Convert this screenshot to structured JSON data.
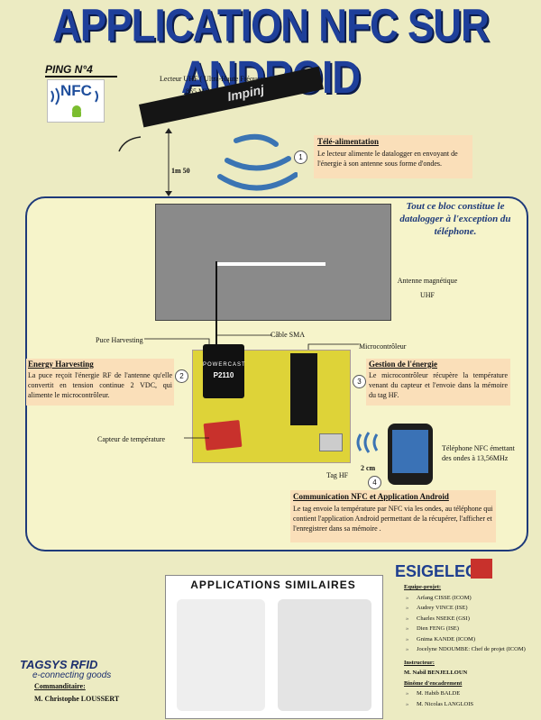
{
  "poster": {
    "title": "APPLICATION NFC SUR ANDROID",
    "ping": "PING N°4",
    "nfc_logo_text": "NFC",
    "reader": {
      "label": "Lecteur  UHF ( Ultra-Haute Fréquence)",
      "freq": "865 MHz  - 868 MHz",
      "brand": "Impinj",
      "distance": "1m 50"
    },
    "power": {
      "num": "1",
      "title": "Télé-alimentation",
      "text": "Le lecteur alimente le datalogger en envoyant de l'énergie à son antenne sous forme d'ondes."
    },
    "block_note": "Tout ce bloc constitue le datalogger à l'exception du téléphone.",
    "antenna": "Antenne magnétique UHF",
    "cable": "Câble SMA",
    "puce": "Puce  Harvesting",
    "micro": "Microcontrôleur",
    "chip_brand": "POWERCAST",
    "chip_model": "P2110",
    "energy": {
      "num": "2",
      "title": "Energy Harvesting",
      "text": "La  puce reçoit  l'énergie RF de l'antenne qu'elle convertit en tension continue 2 VDC, qui alimente le microcontrôleur."
    },
    "energy_mgmt": {
      "num": "3",
      "title": "Gestion de l'énergie",
      "text": "Le microcontrôleur récupère la température venant du capteur et l'envoie dans la mémoire du tag HF."
    },
    "sensor": "Capteur de température",
    "tag": "Tag HF",
    "cm": "2 cm",
    "phone": "Téléphone NFC émettant des ondes à 13,56MHz",
    "comm": {
      "num": "4",
      "title": "Communication NFC et Application Android",
      "text": "Le tag envoie la température par  NFC via les ondes, au téléphone qui contient l'application Android permettant de la récupérer, l'afficher et l'enregistrer dans sa mémoire ."
    },
    "apps_title": "APPLICATIONS  SIMILAIRES",
    "esigelec": "ESIGELEC",
    "team": {
      "project_label": "Equipe-projet:",
      "members": [
        "Arfang CISSE (ICOM)",
        "Audrey VINCE (ISE)",
        "Charles NSEKE (GSI)",
        "Dien FENG (ISE)",
        "Gnima KANDE (ICOM)",
        "Jocelyne NDOUMBE: Chef de projet  (ICOM)"
      ],
      "instructor_label": "Instructeur:",
      "instructor": "M. Nabil BENJELLOUN",
      "supervision_label": "Binôme d'encadrement",
      "supervisors": [
        "M. Habib BALDE",
        "M. Nicolas LANGLOIS"
      ]
    },
    "sponsor": {
      "brand": "TAGSYS RFID",
      "tagline": "e-connecting goods",
      "label": "Commanditaire:",
      "name": "M. Christophe LOUSSERT"
    }
  }
}
